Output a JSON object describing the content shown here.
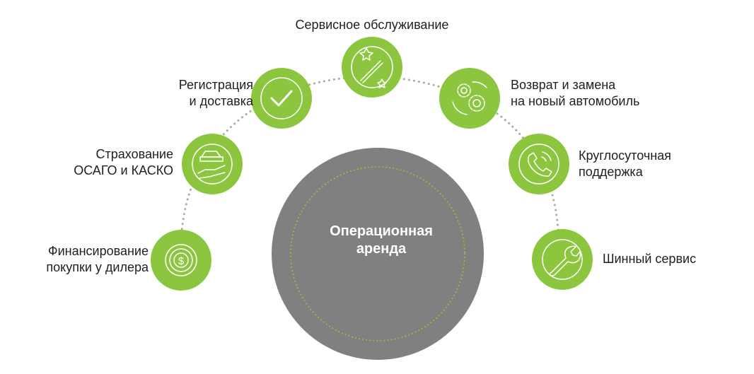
{
  "colors": {
    "green": "#8cc63f",
    "center_gray": "#808080",
    "dots": "#a8ad9a",
    "inner_dots": "#8cc63f",
    "text": "#1f1f1f"
  },
  "center": {
    "line1": "Операционная",
    "line2": "аренда"
  },
  "nodes": {
    "financing": {
      "line1": "Финансирование",
      "line2": "покупки у дилера",
      "icon": "money-target-icon"
    },
    "insurance": {
      "line1": "Страхование",
      "line2": "ОСАГО и КАСКО",
      "icon": "hand-car-icon"
    },
    "registration": {
      "line1": "Регистрация",
      "line2": "и доставка",
      "icon": "checkmark-icon"
    },
    "service": {
      "line1": "Сервисное обслуживание",
      "icon": "magic-wand-icon"
    },
    "return": {
      "line1": "Возврат и замена",
      "line2": "на новый автомобиль",
      "icon": "gears-icon"
    },
    "support": {
      "line1": "Круглосуточная",
      "line2": "поддержка",
      "icon": "phone-icon"
    },
    "tires": {
      "line1": "Шинный сервис",
      "icon": "wrench-icon"
    }
  }
}
